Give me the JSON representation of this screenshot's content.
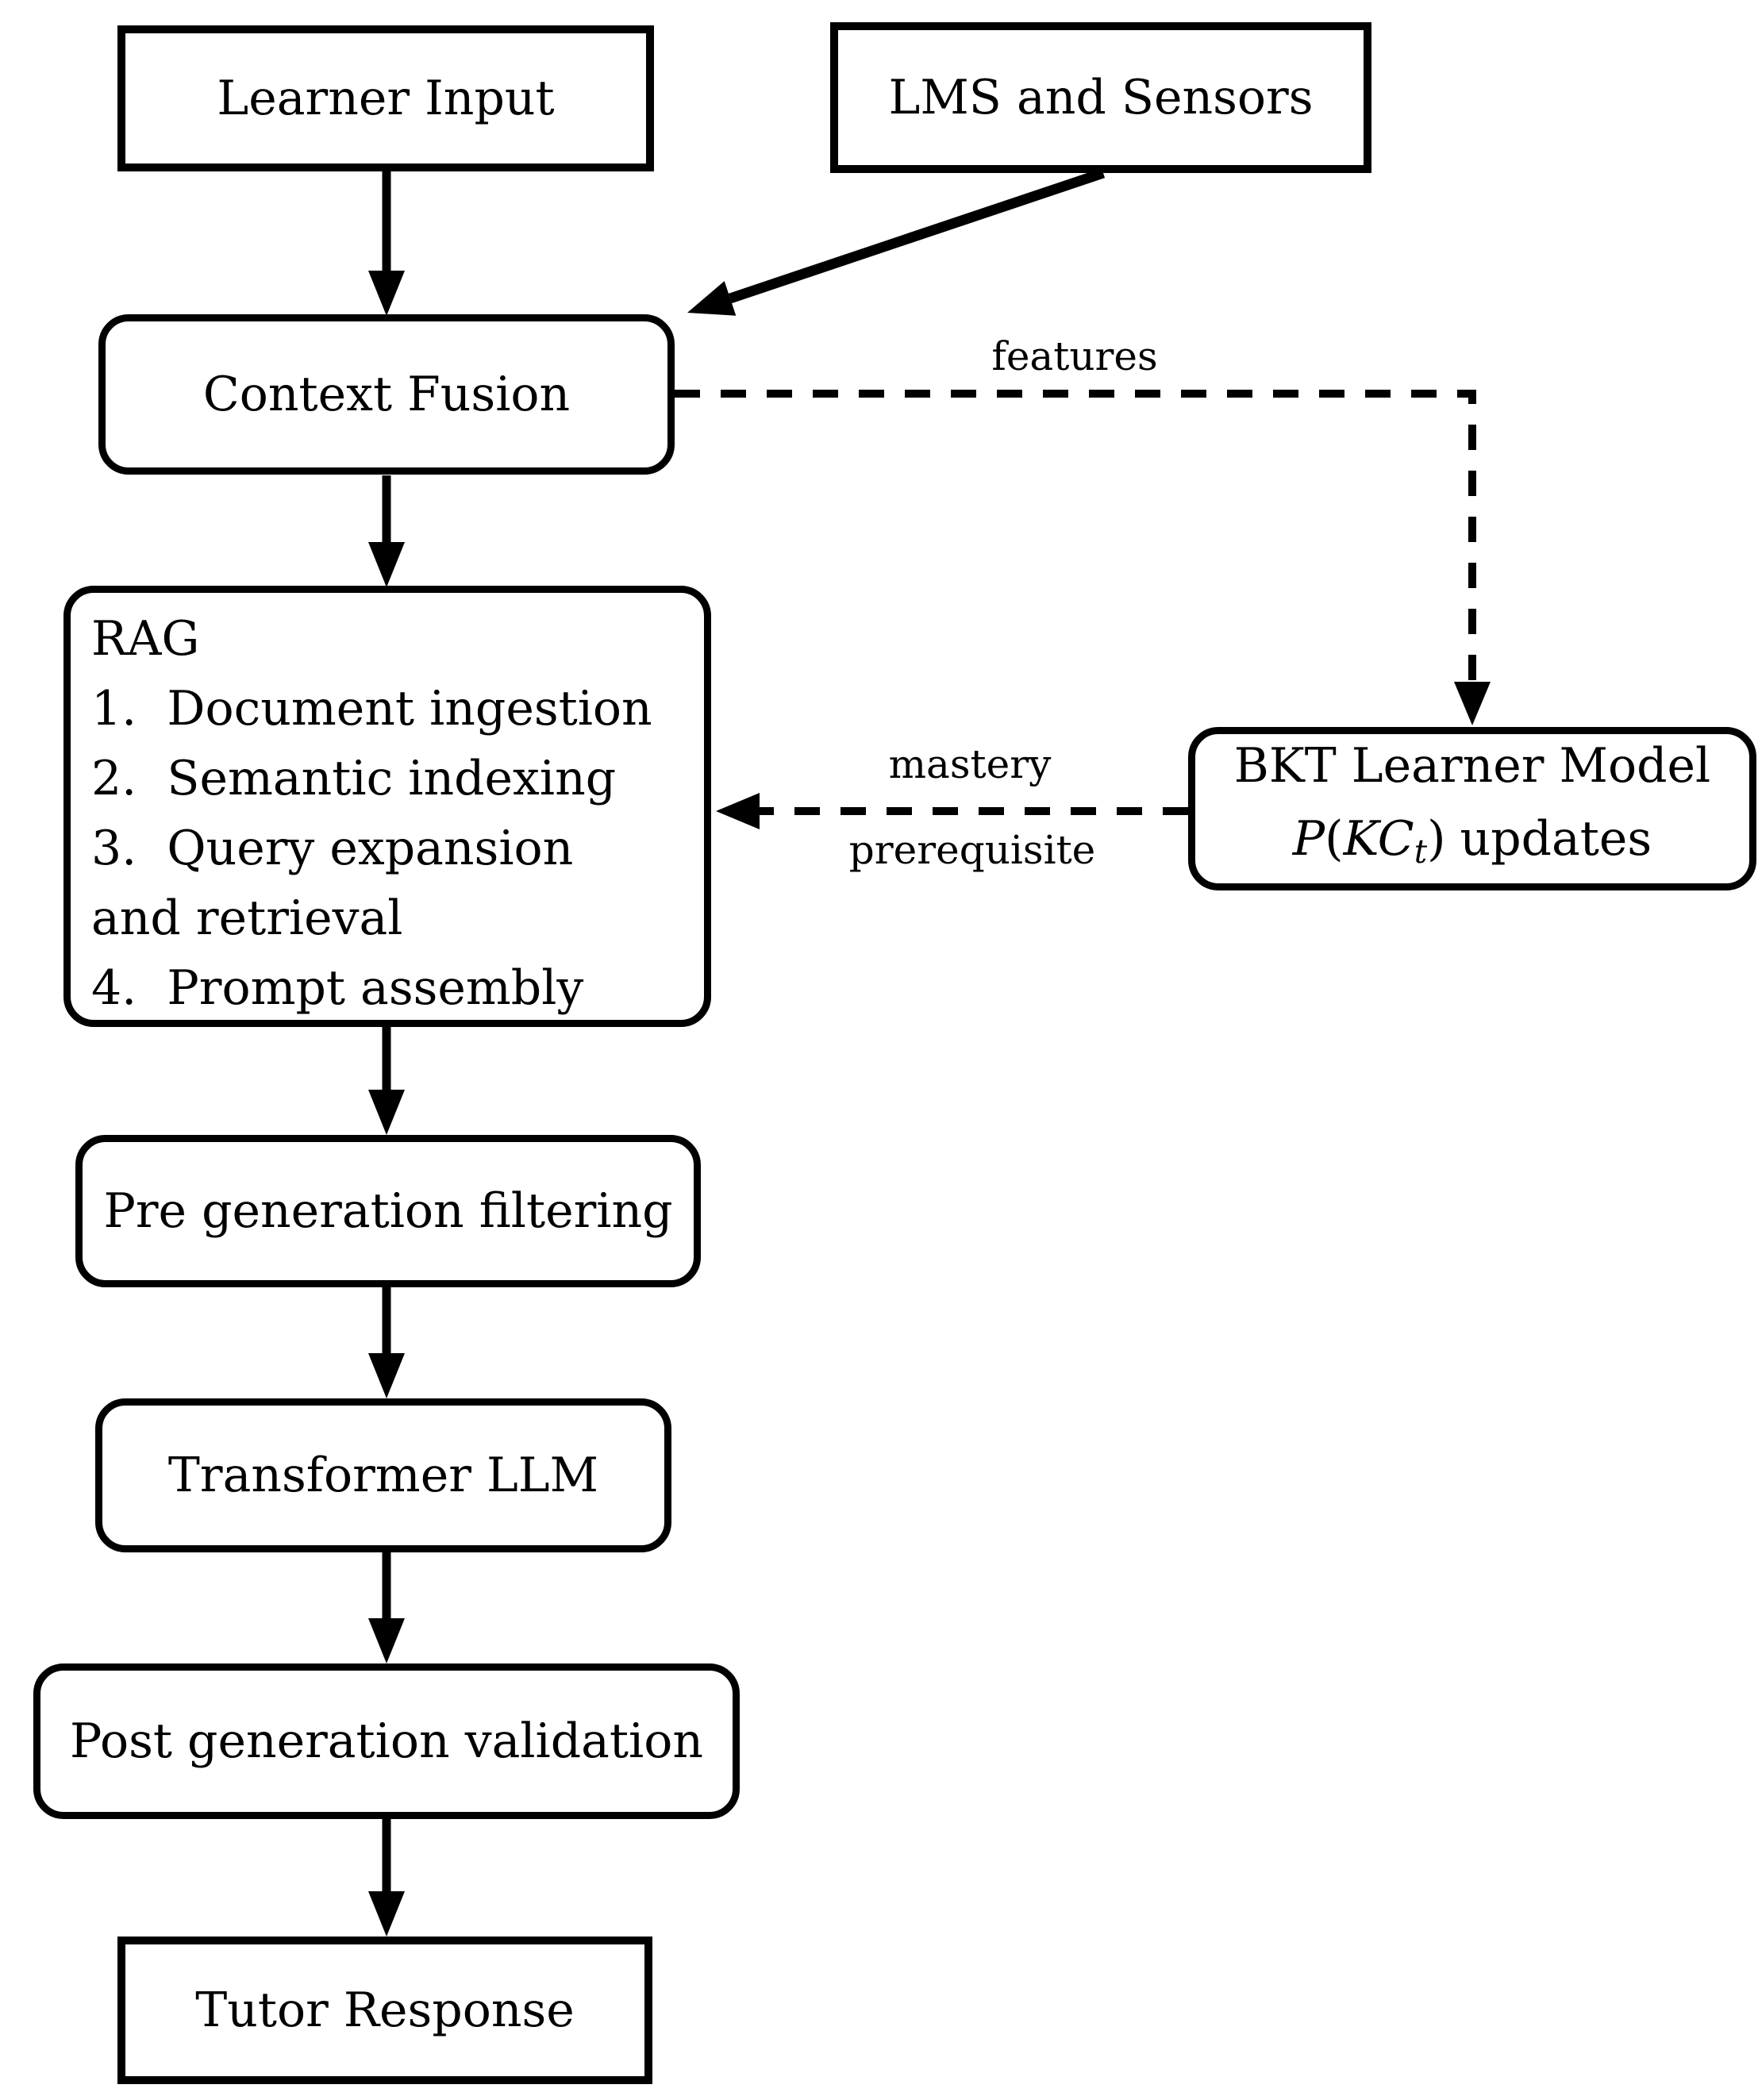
{
  "diagram": {
    "nodes": {
      "learner_input": {
        "label": "Learner Input"
      },
      "lms_sensors": {
        "label": "LMS and Sensors"
      },
      "context_fusion": {
        "label": "Context Fusion"
      },
      "rag": {
        "lines": [
          "RAG",
          "1.  Document ingestion",
          "2.  Semantic indexing",
          "3.  Query expansion",
          "and retrieval",
          "4.  Prompt assembly"
        ]
      },
      "bkt": {
        "line1": "BKT Learner Model",
        "formula": {
          "p": "P",
          "lparen": "(",
          "kc": "KC",
          "sub": "t",
          "rparen": ")",
          "updates": "updates"
        }
      },
      "pre_generation": {
        "label": "Pre generation filtering"
      },
      "transformer": {
        "label": "Transformer LLM"
      },
      "post_generation": {
        "label": "Post generation validation"
      },
      "tutor_response": {
        "label": "Tutor Response"
      }
    },
    "edge_labels": {
      "features": "features",
      "mastery": "mastery",
      "prerequisite": "prerequisite"
    },
    "colors": {
      "line": "#000000",
      "background": "#ffffff",
      "box_fill": "#ffffff"
    }
  }
}
